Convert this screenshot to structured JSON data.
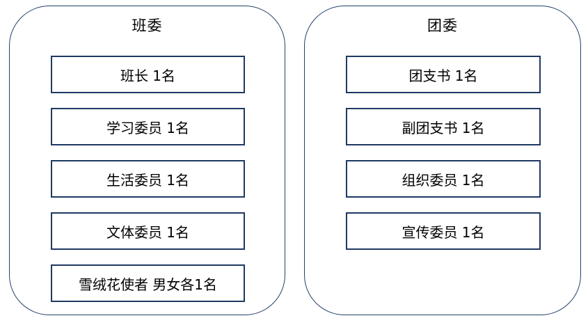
{
  "diagram": {
    "panels": [
      {
        "id": "class-committee",
        "title": "班委",
        "items": [
          "班长 1名",
          "学习委员 1名",
          "生活委员 1名",
          "文体委员 1名",
          "雪绒花使者 男女各1名"
        ]
      },
      {
        "id": "league-committee",
        "title": "团委",
        "items": [
          "团支书 1名",
          "副团支书 1名",
          "组织委员 1名",
          "宣传委员 1名"
        ]
      }
    ],
    "colors": {
      "container_outline": "#24406B",
      "box_border": "#1F3864",
      "text": "#000000",
      "background": "#FFFFFF"
    }
  }
}
